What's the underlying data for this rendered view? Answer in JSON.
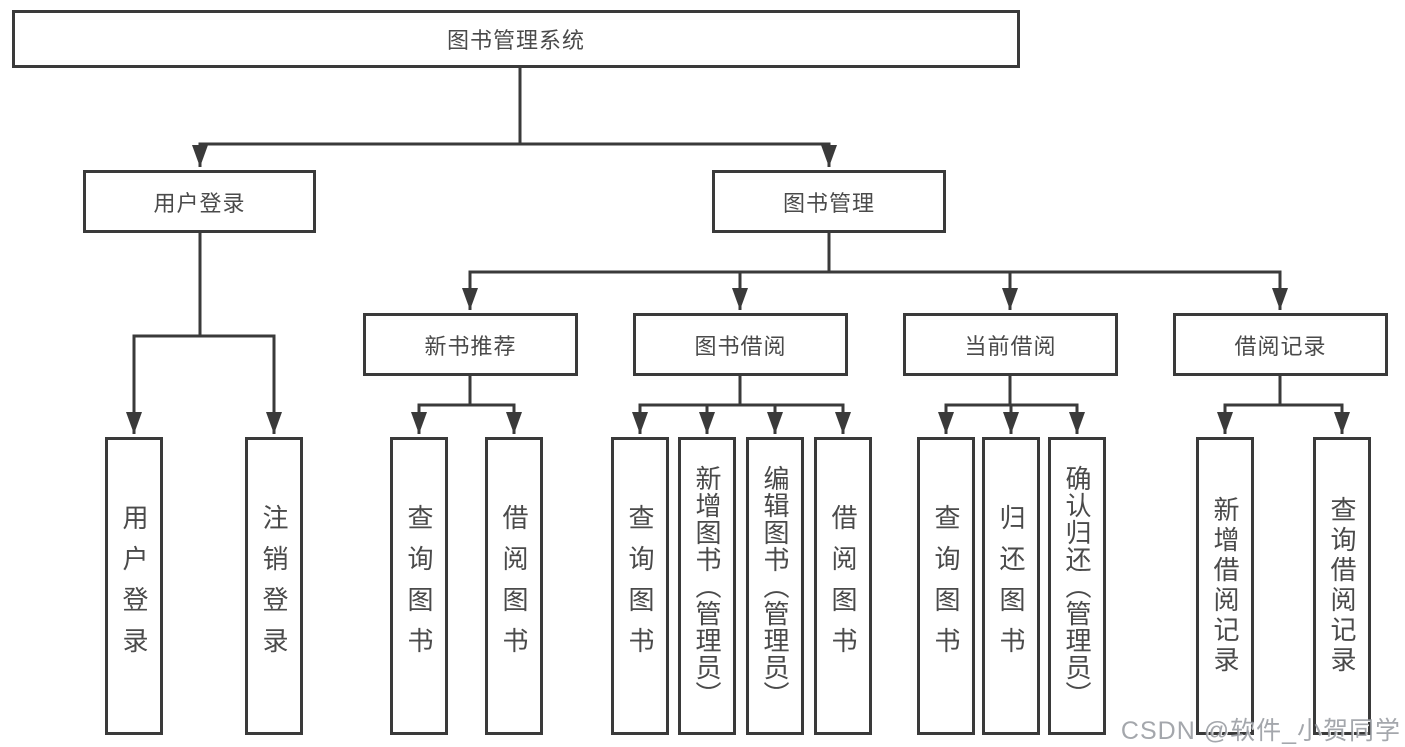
{
  "nodes": {
    "root": "图书管理系统",
    "level2": [
      "用户登录",
      "图书管理"
    ],
    "level3": [
      "新书推荐",
      "图书借阅",
      "当前借阅",
      "借阅记录"
    ],
    "leaves": [
      "用户登录",
      "注销登录",
      "查询图书",
      "借阅图书",
      "查询图书",
      "新增图书（管理员）",
      "编辑图书（管理员）",
      "借阅图书",
      "查询图书",
      "归还图书",
      "确认归还（管理员）",
      "新增借阅记录",
      "查询借阅记录"
    ]
  },
  "colors": {
    "line": "#3a3a3a",
    "text": "#4a4a4a",
    "watermark_text": "#94989e"
  },
  "watermark": "CSDN @软件_小贺同学"
}
